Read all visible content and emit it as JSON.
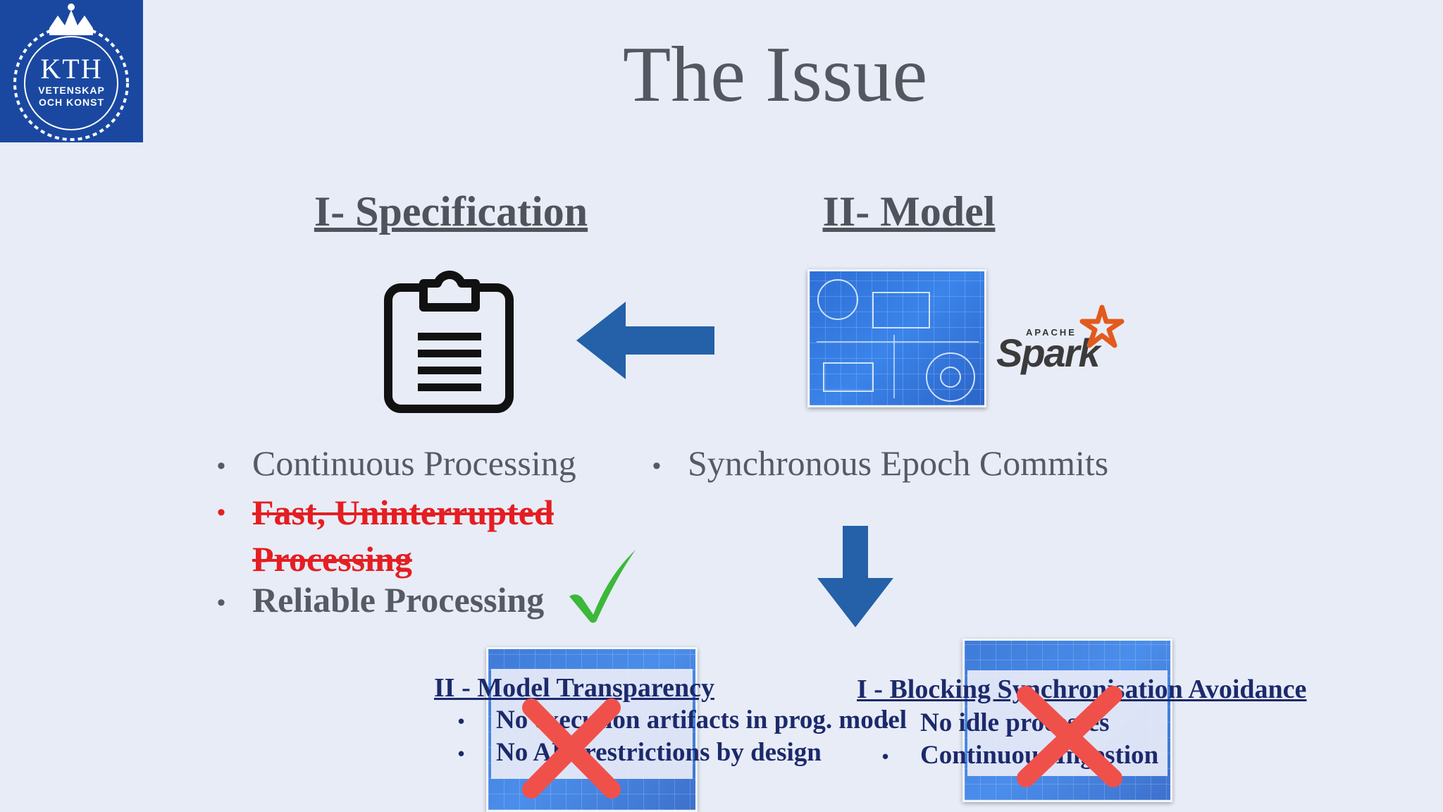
{
  "logo": {
    "name": "KTH",
    "line1": "VETENSKAP",
    "line2": "OCH KONST"
  },
  "slide": {
    "title": "The Issue",
    "left_heading": "I- Specification",
    "right_heading": "II- Model",
    "spec_bullets": [
      {
        "text": "Continuous Processing",
        "style": "normal"
      },
      {
        "text": "Fast, Uninterrupted Processing",
        "style": "struck-red"
      },
      {
        "text": "Reliable Processing",
        "style": "bold"
      }
    ],
    "model_bullets": [
      {
        "text": "Synchronous Epoch Commits"
      }
    ],
    "spark_label": "Spark",
    "apache_label": "APACHE",
    "lower_left": {
      "heading": "II - Model Transparency",
      "items": [
        "No execution artifacts in prog. model",
        "No API restrictions by design"
      ]
    },
    "lower_right": {
      "heading": "I - Blocking Synchronisation Avoidance",
      "items": [
        "No idle processes",
        "Continuous Ingestion"
      ]
    },
    "bullet_glyph": "•"
  },
  "colors": {
    "background": "#e8ecf7",
    "kth_blue": "#1a48a1",
    "arrow_blue": "#2461a8",
    "strike_red": "#e41e22",
    "check_green": "#3cb83a",
    "cross_red": "#f0504a",
    "spark_orange": "#e25a1c"
  },
  "icons": [
    "clipboard-icon",
    "left-arrow-icon",
    "down-arrow-icon",
    "checkmark-icon",
    "cross-icon",
    "blueprint-image",
    "spark-logo"
  ]
}
